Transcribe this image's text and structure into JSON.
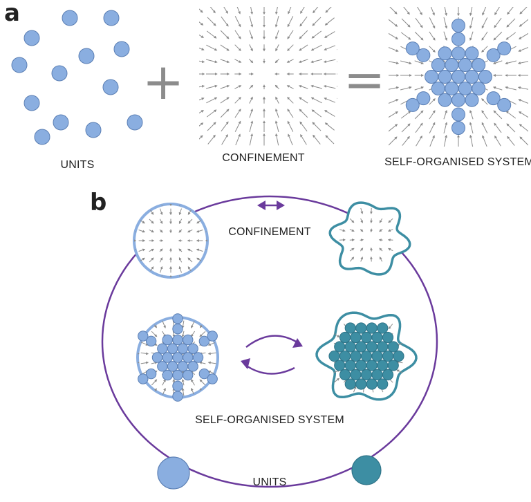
{
  "panel_a": {
    "letter": "a",
    "units_label": "UNITS",
    "confinement_label": "CONFINEMENT",
    "system_label": "SELF-ORGANISED SYSTEM",
    "plus_symbol": "+",
    "equals_symbol": "="
  },
  "panel_b": {
    "letter": "b",
    "confinement_label": "CONFINEMENT",
    "system_label": "SELF-ORGANISED SYSTEM",
    "units_label": "UNITS"
  },
  "colors": {
    "unit_fill": "#8aaee0",
    "unit_stroke": "#5b7fb4",
    "teal": "#3d8ea3",
    "teal_dark": "#2f7488",
    "cycle_purple": "#6a3a9c",
    "arrow_gray": "#8a8a8a",
    "operator_gray": "#8c8c8c",
    "text": "#222222"
  },
  "icons": [
    "bidirectional-arrow-icon",
    "cycle-arrows-icon"
  ]
}
